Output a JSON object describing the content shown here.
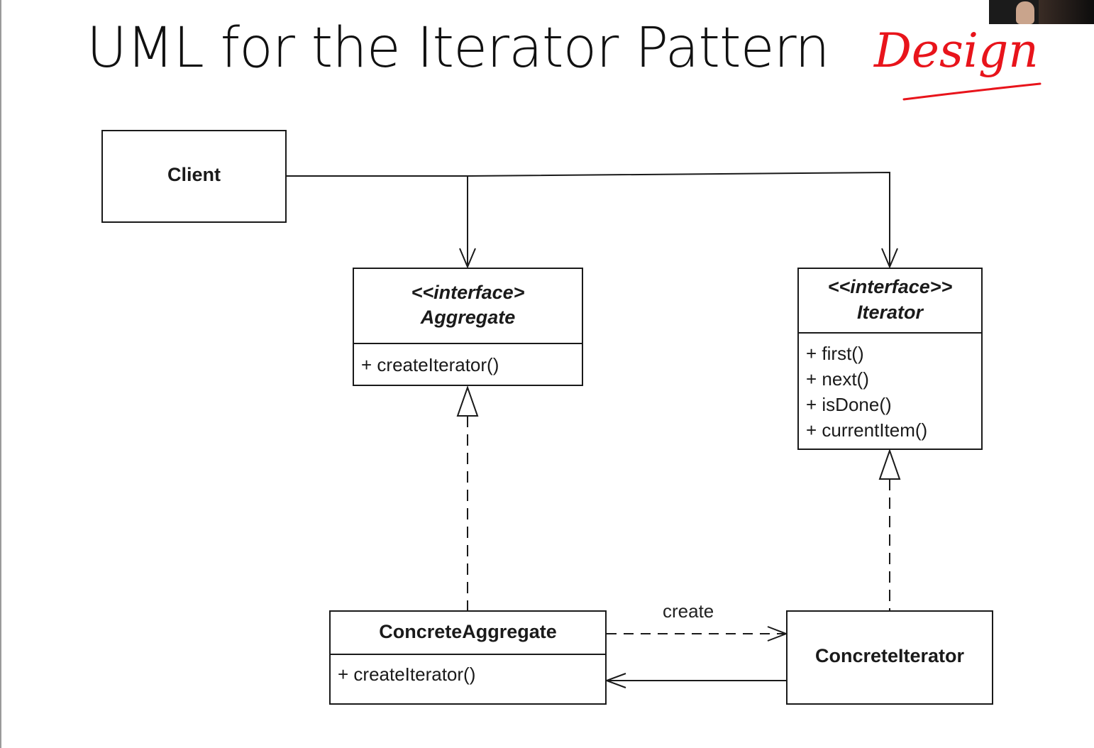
{
  "slide": {
    "title": "UML for the Iterator Pattern",
    "annotation": "Design"
  },
  "diagram": {
    "client": {
      "name": "Client"
    },
    "aggregate": {
      "stereotype": "<<interface>",
      "name": "Aggregate",
      "operations": [
        "+ createIterator()"
      ]
    },
    "iterator": {
      "stereotype": "<<interface>>",
      "name": "Iterator",
      "operations": [
        "+ first()",
        "+ next()",
        "+ isDone()",
        "+ currentItem()"
      ]
    },
    "concrete_aggregate": {
      "name": "ConcreteAggregate",
      "operations": [
        "+ createIterator()"
      ]
    },
    "concrete_iterator": {
      "name": "ConcreteIterator"
    },
    "create_label": "create"
  },
  "colors": {
    "ink": "#1a1a1a",
    "annotation": "#e8141b"
  }
}
